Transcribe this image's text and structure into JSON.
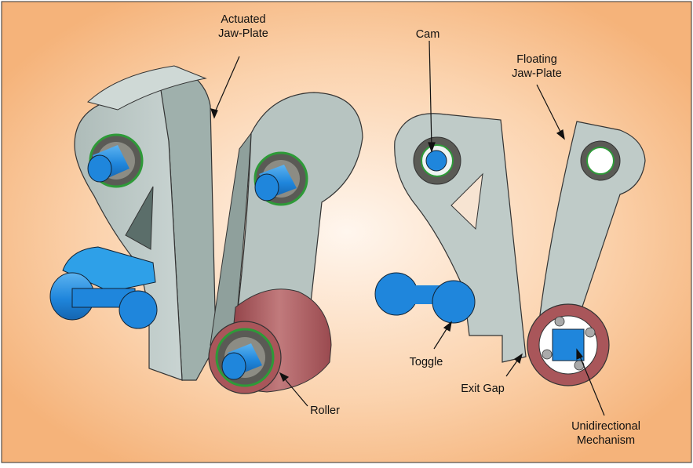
{
  "labels": {
    "actuated_line1": "Actuated",
    "actuated_line2": "Jaw-Plate",
    "cam": "Cam",
    "floating_line1": "Floating",
    "floating_line2": "Jaw-Plate",
    "toggle": "Toggle",
    "roller": "Roller",
    "exit_gap": "Exit Gap",
    "unidirectional_line1": "Unidirectional",
    "unidirectional_line2": "Mechanism"
  },
  "colors": {
    "background_edge": "#f5b47a",
    "background_center": "#fff4ea",
    "plate": "#bfcbc8",
    "plate_dark": "#9aaaa6",
    "pin_blue": "#1f86dc",
    "roller_red": "#a9565a",
    "bearing_dark": "#5a5a55",
    "bearing_green": "#2e9a38"
  }
}
